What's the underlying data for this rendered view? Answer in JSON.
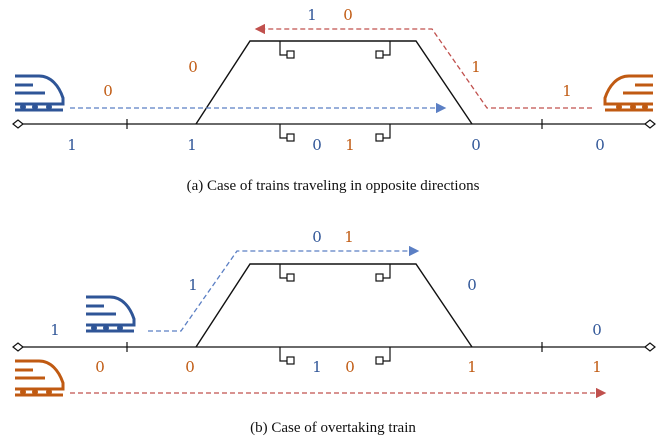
{
  "colors": {
    "blue": "#2f5597",
    "orange": "#c05a12",
    "red_dash": "#c0504d",
    "blue_dash": "#5b7fc4",
    "track": "#111111"
  },
  "icons": {
    "blue_train": "train-icon",
    "orange_train": "train-icon"
  },
  "panel_a": {
    "caption": "(a) Case of trains traveling in opposite directions",
    "top_blue": "1",
    "top_orange": "0",
    "left_slope_orange": "0",
    "right_slope_orange": "1",
    "train_blue_label": "0",
    "train_orange_label": "1",
    "bottom": [
      "1",
      "1",
      "0",
      "1",
      "0",
      "0"
    ]
  },
  "panel_b": {
    "caption": "(b) Case of overtaking train",
    "top_blue": "0",
    "top_orange": "1",
    "left_slope_blue": "1",
    "right_slope_blue": "0",
    "far_left_blue": "1",
    "far_right_blue": "0",
    "bottom": [
      "0",
      "0",
      "1",
      "0",
      "1",
      "1"
    ]
  }
}
